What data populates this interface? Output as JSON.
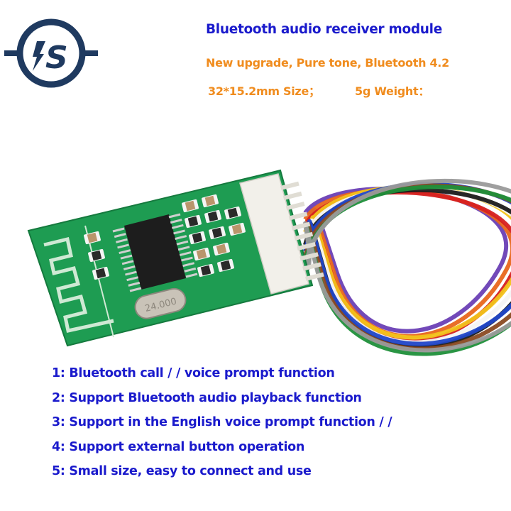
{
  "header": {
    "logo_text": "S",
    "title": "Bluetooth audio receiver module",
    "subtitle": "New upgrade, Pure tone, Bluetooth 4.2",
    "size": "32*15.2mm Size；",
    "weight": "5g Weight："
  },
  "product": {
    "crystal_label": "24.000",
    "wire_colors": [
      "#6a3fb5",
      "#e8661c",
      "#d62020",
      "#f2c21a",
      "#f4f4f4",
      "#1b1b1b",
      "#2046c8",
      "#8a4a22",
      "#1f8f3a",
      "#9a9a9a"
    ]
  },
  "features": [
    "1: Bluetooth call / / voice prompt function",
    "2: Support Bluetooth audio playback function",
    "3: Support in the English voice prompt function / /",
    "4: Support external button operation",
    "5: Small size, easy to connect and use"
  ],
  "colors": {
    "logo": "#1f3a60",
    "title": "#1a1acc",
    "subtitle": "#f08c1e",
    "pcb": "#1e9c52"
  }
}
